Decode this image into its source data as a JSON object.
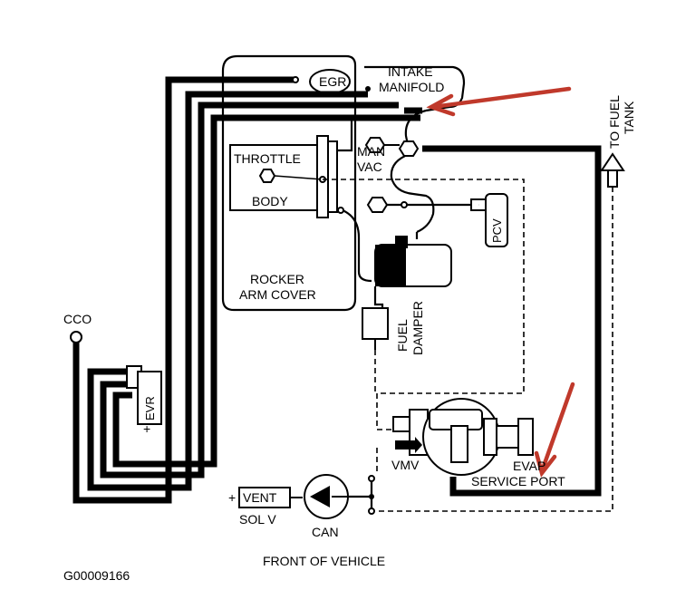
{
  "labels": {
    "egr": "EGR",
    "intake_line1": "INTAKE",
    "intake_line2": "MANIFOLD",
    "throttle_line1": "THROTTLE",
    "throttle_line2": "BODY",
    "man_vac_line1": "MAN",
    "man_vac_line2": "VAC",
    "pcv": "PCV",
    "rocker_line1": "ROCKER",
    "rocker_line2": "ARM COVER",
    "fuel_line1": "FUEL",
    "fuel_line2": "DAMPER",
    "to_fuel_line1": "TO FUEL",
    "to_fuel_line2": "TANK",
    "cco": "CCO",
    "evr": "EVR",
    "vmv": "VMV",
    "evap_line1": "EVAP",
    "evap_line2": "SERVICE PORT",
    "vent_line1": "VENT",
    "vent_line2": "SOL V",
    "can": "CAN",
    "front": "FRONT OF VEHICLE",
    "figure_id": "G00009166",
    "plus": "+"
  },
  "colors": {
    "line": "#000000",
    "arrow": "#c0392b",
    "background": "#ffffff"
  }
}
